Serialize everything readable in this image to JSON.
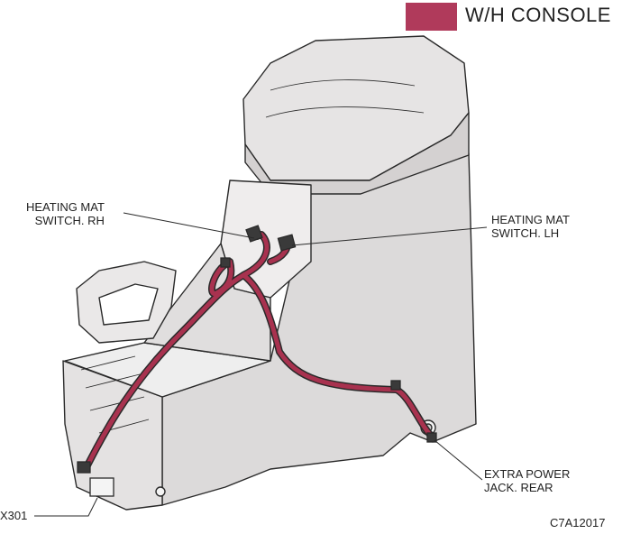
{
  "header": {
    "title": "W/H CONSOLE",
    "swatch_color": "#b03a5b"
  },
  "callouts": {
    "heating_mat_rh": {
      "line1": "HEATING MAT",
      "line2": "SWITCH. RH"
    },
    "heating_mat_lh": {
      "line1": "HEATING MAT",
      "line2": "SWITCH. LH"
    },
    "extra_power_jack": {
      "line1": "EXTRA POWER",
      "line2": "JACK. REAR"
    },
    "connector": {
      "label": "X301"
    }
  },
  "figure_code": "C7A12017",
  "colors": {
    "harness": "#a8324f",
    "outline": "#2a2a2a",
    "console_fill": "#e8e6e6",
    "console_shade": "#d6d3d3"
  }
}
